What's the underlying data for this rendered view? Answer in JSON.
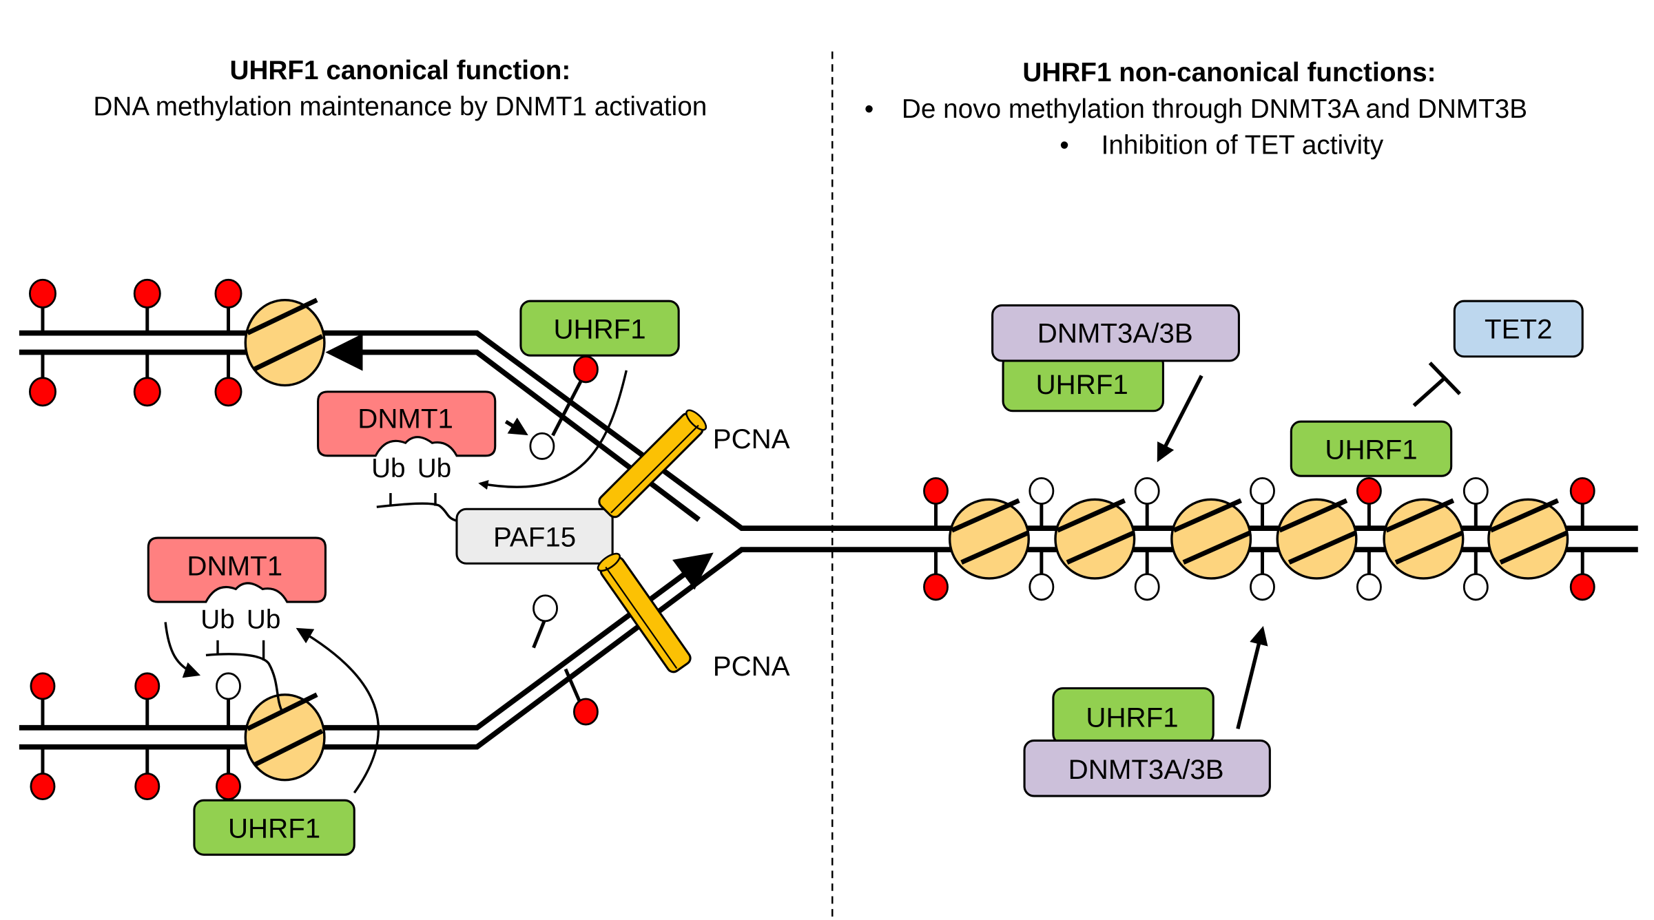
{
  "left_panel": {
    "title": "UHRF1 canonical function:",
    "subtitle": "DNA methylation maintenance by DNMT1 activation",
    "labels": {
      "uhrf1_top": "UHRF1",
      "uhrf1_bottom": "UHRF1",
      "dnmt1_top": "DNMT1",
      "dnmt1_bottom": "DNMT1",
      "ub": "Ub",
      "paf15": "PAF15",
      "pcna_top": "PCNA",
      "pcna_bottom": "PCNA"
    }
  },
  "right_panel": {
    "title": "UHRF1 non-canonical functions:",
    "bullets": [
      "De novo methylation through DNMT3A and DNMT3B",
      "Inhibition of TET activity"
    ],
    "bullet_char": "•",
    "labels": {
      "dnmt3_top": "DNMT3A/3B",
      "uhrf1_top": "UHRF1",
      "tet2": "TET2",
      "uhrf1_mid": "UHRF1",
      "uhrf1_bottom": "UHRF1",
      "dnmt3_bottom": "DNMT3A/3B"
    },
    "cpg_top": [
      "methylated",
      "unmethylated",
      "unmethylated",
      "unmethylated",
      "methylated",
      "unmethylated",
      "methylated"
    ],
    "cpg_bottom": [
      "methylated",
      "unmethylated",
      "unmethylated",
      "unmethylated",
      "unmethylated",
      "unmethylated",
      "methylated"
    ]
  },
  "colors": {
    "uhrf1": "#92d050",
    "dnmt1": "#ff8080",
    "paf15": "#ececec",
    "dnmt3": "#ccc0da",
    "tet2": "#bdd7ee",
    "nucleosome": "#fdd47e",
    "pcna": "#fcc104",
    "methyl_cpg": "#ff0000",
    "unmethyl_cpg": "#ffffff"
  },
  "legend_semantics": {
    "red_lollipop": "methylated CpG",
    "white_lollipop": "unmethylated CpG"
  }
}
